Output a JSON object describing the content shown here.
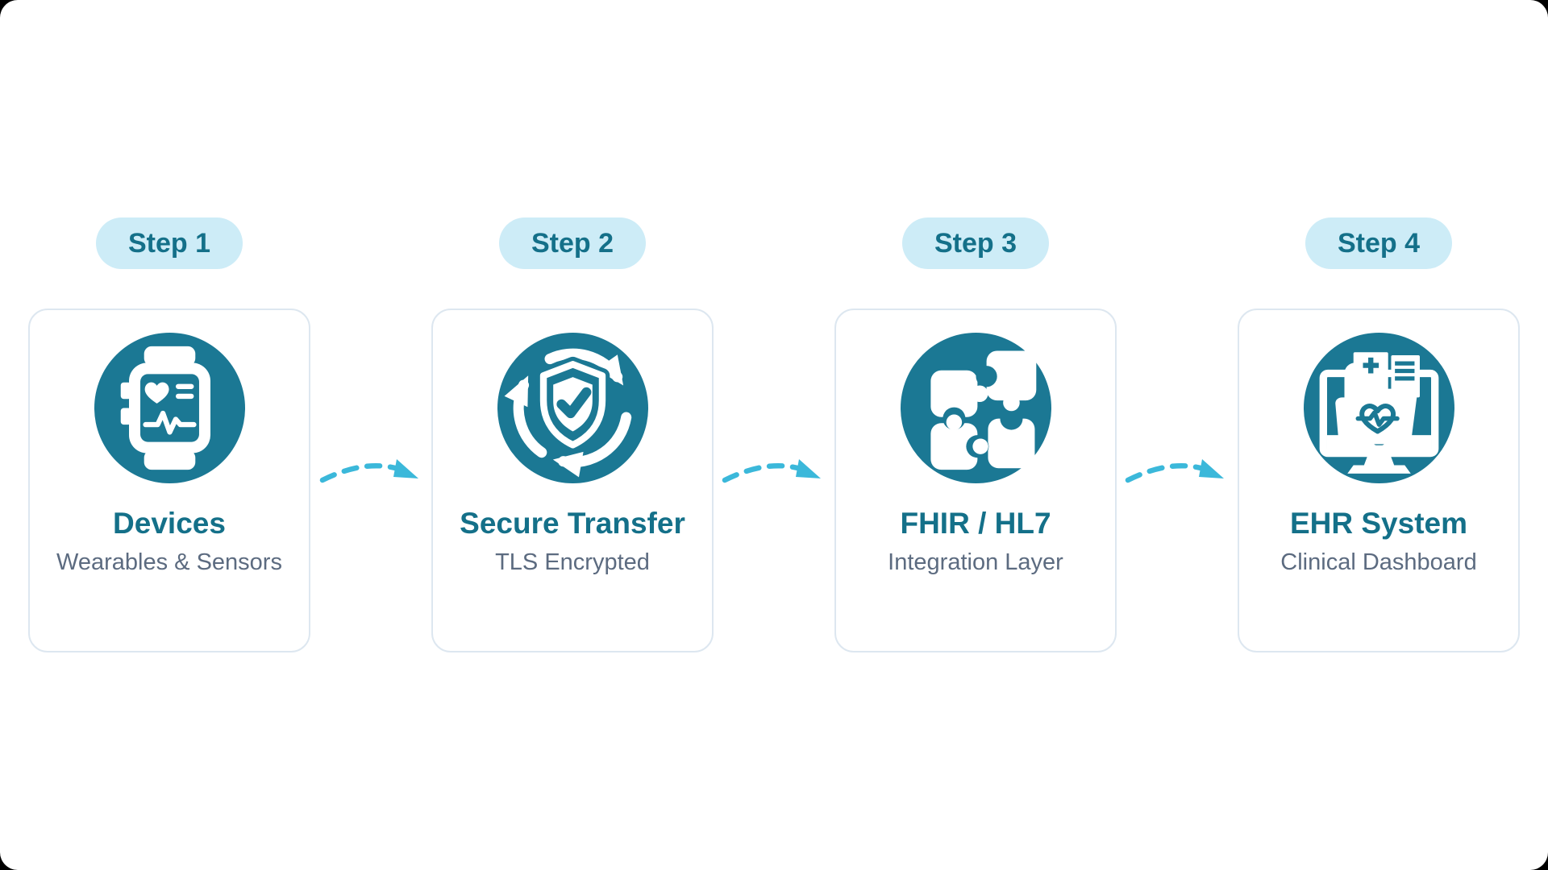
{
  "diagram": {
    "steps": [
      {
        "badge": "Step 1",
        "title": "Devices",
        "subtitle": "Wearables & Sensors",
        "icon": "smartwatch-icon"
      },
      {
        "badge": "Step 2",
        "title": "Secure Transfer",
        "subtitle": "TLS Encrypted",
        "icon": "shield-sync-icon"
      },
      {
        "badge": "Step 3",
        "title": "FHIR / HL7",
        "subtitle": "Integration Layer",
        "icon": "puzzle-icon"
      },
      {
        "badge": "Step 4",
        "title": "EHR System",
        "subtitle": "Clinical Dashboard",
        "icon": "ehr-monitor-icon"
      }
    ],
    "colors": {
      "accent_teal": "#1b7894",
      "text_teal": "#147089",
      "badge_background": "#cdecf7",
      "subtitle_gray": "#5c6b80",
      "card_border": "#dde7f0",
      "arrow_cyan": "#3bb8da",
      "canvas_background": "#ffffff"
    }
  }
}
